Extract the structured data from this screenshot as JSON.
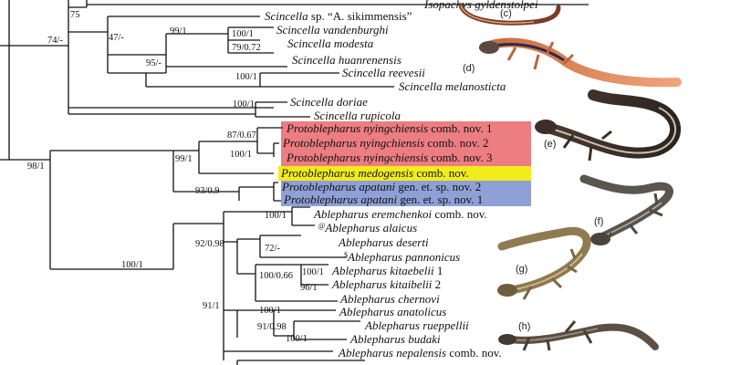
{
  "taxa": [
    {
      "genus": "Isopachys",
      "epithet": "gyldenstolpei",
      "note": ""
    },
    {
      "genus": "Scincella",
      "epithet": "sp. “A. sikimmensis”",
      "note": ""
    },
    {
      "genus": "Scincella",
      "epithet": "vandenburghi",
      "note": ""
    },
    {
      "genus": "Scincella",
      "epithet": "modesta",
      "note": ""
    },
    {
      "genus": "Scincella",
      "epithet": "huanrenensis",
      "note": ""
    },
    {
      "genus": "Scincella",
      "epithet": "reevesii",
      "note": ""
    },
    {
      "genus": "Scincella",
      "epithet": "melanosticta",
      "note": ""
    },
    {
      "genus": "Scincella",
      "epithet": "doriae",
      "note": ""
    },
    {
      "genus": "Scincella",
      "epithet": "rupicola",
      "note": ""
    },
    {
      "genus": "Protoblepharus",
      "epithet": "nyingchiensis",
      "note": "comb. nov. 1",
      "highlight": "#ea6f73"
    },
    {
      "genus": "Protoblepharus",
      "epithet": "nyingchiensis",
      "note": "comb. nov. 2",
      "highlight": "#ea6f73"
    },
    {
      "genus": "Protoblepharus",
      "epithet": "nyingchiensis",
      "note": "comb. nov. 3",
      "highlight": "#ea6f73"
    },
    {
      "genus": "Protoblepharus",
      "epithet": "medogensis",
      "note": "comb. nov.",
      "highlight": "#f2ec1c"
    },
    {
      "genus": "Protoblepharus",
      "epithet": "apatani",
      "note": "gen. et. sp. nov. 2",
      "highlight": "#8ea0d6"
    },
    {
      "genus": "Protoblepharus",
      "epithet": "apatani",
      "note": "gen. et. sp. nov. 1",
      "highlight": "#8ea0d6"
    },
    {
      "genus": "Ablepharus",
      "epithet": "eremchenkoi",
      "note": "comb. nov."
    },
    {
      "genus": "Ablepharus",
      "epithet": "alaicus",
      "prefix": "@"
    },
    {
      "genus": "Ablepharus",
      "epithet": "deserti",
      "note": ""
    },
    {
      "genus": "Ablepharus",
      "epithet": "pannonicus",
      "prefix": "$"
    },
    {
      "genus": "Ablepharus",
      "epithet": "kitaebelii",
      "note": "1"
    },
    {
      "genus": "Ablepharus",
      "epithet": "kitaibelii",
      "note": "2"
    },
    {
      "genus": "Ablepharus",
      "epithet": "chernovi",
      "note": ""
    },
    {
      "genus": "Ablepharus",
      "epithet": "anatolicus",
      "note": ""
    },
    {
      "genus": "Ablepharus",
      "epithet": "rueppellii",
      "note": ""
    },
    {
      "genus": "Ablepharus",
      "epithet": "budaki",
      "note": ""
    },
    {
      "genus": "Ablepharus",
      "epithet": "nepalensis",
      "note": "comb. nov."
    }
  ],
  "support_values": {
    "n75": "75",
    "n74": "74/-",
    "n47": "47/-",
    "n99a": "99/1",
    "n100a": "100/1",
    "n79": "79/0.72",
    "n95": "95/-",
    "n100b": "100/1",
    "n100c": "100/1",
    "n98": "98/1",
    "n87": "87/0.67",
    "n100d": "100/1",
    "n99b": "99/1",
    "n93": "93/0.9",
    "n100e": "100/1",
    "n92": "92/0.98",
    "n72": "72/-",
    "n100f": "100/1",
    "n100g": "100/0.66",
    "n96": "96/1",
    "n100h": "100/1",
    "n91a": "91/1",
    "n91b": "91/0.98",
    "n100i": "100/1"
  },
  "photo_panels": [
    "(c)",
    "(d)",
    "(e)",
    "(f)",
    "(g)",
    "(h)"
  ],
  "colors": {
    "red_clade": "#ea6f73",
    "yellow_clade": "#f2ec1c",
    "blue_clade": "#8ea0d6"
  }
}
